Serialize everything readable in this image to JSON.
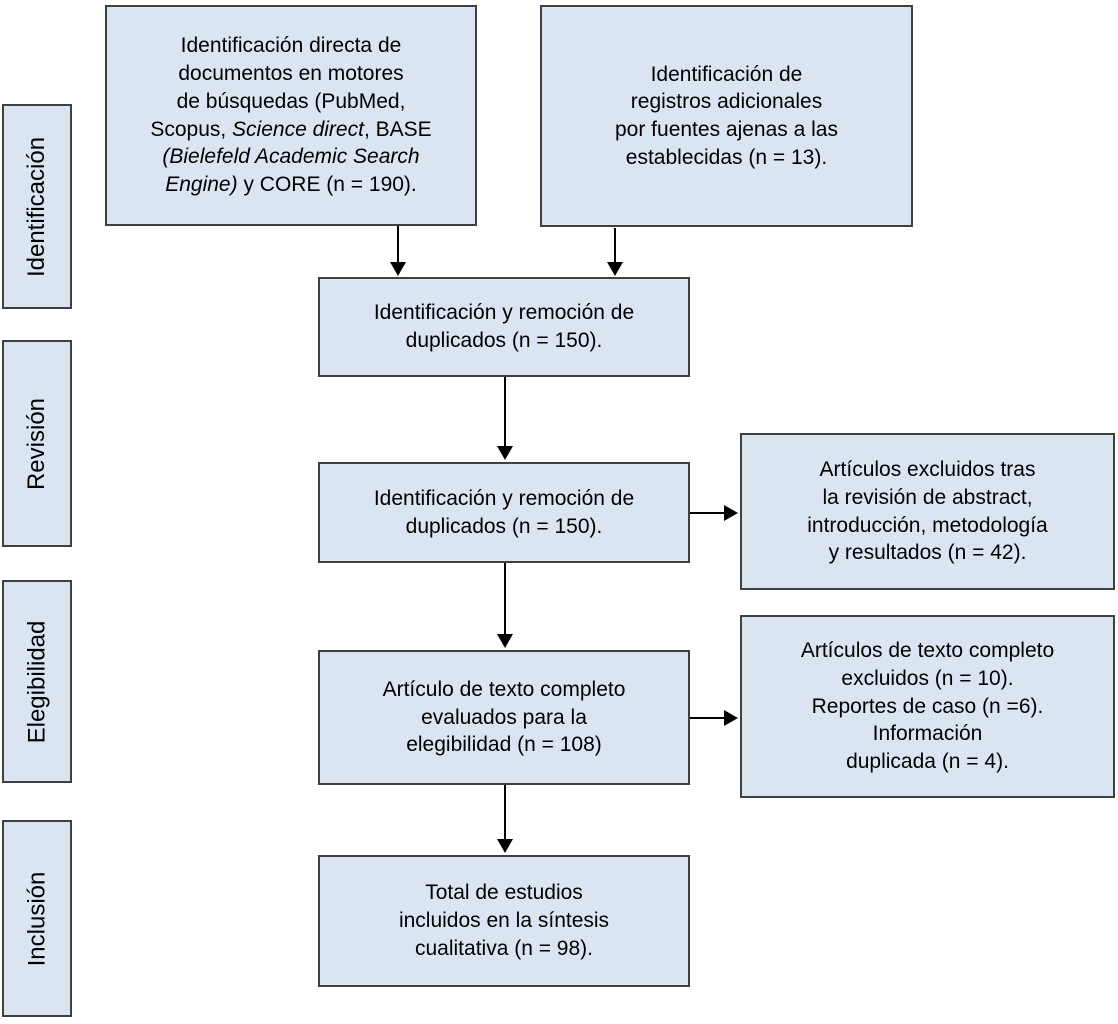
{
  "colors": {
    "box_fill": "#dbe5f1",
    "box_border": "#404040",
    "arrow": "#000000",
    "text": "#000000",
    "background": "#ffffff"
  },
  "stages": [
    {
      "label": "Identificación"
    },
    {
      "label": "Revisión"
    },
    {
      "label": "Elegibilidad"
    },
    {
      "label": "Inclusión"
    }
  ],
  "boxes": {
    "direct_identification": {
      "n": 190,
      "lines": [
        [
          {
            "t": "Identificación directa de"
          }
        ],
        [
          {
            "t": "documentos en motores"
          }
        ],
        [
          {
            "t": "de búsquedas (PubMed,"
          }
        ],
        [
          {
            "t": "Scopus, "
          },
          {
            "t": "Science direct",
            "i": true
          },
          {
            "t": ", BASE"
          }
        ],
        [
          {
            "t": "(Bielefeld Academic Search",
            "i": true
          }
        ],
        [
          {
            "t": "Engine)",
            "i": true
          },
          {
            "t": " y CORE (n = 190)."
          }
        ]
      ]
    },
    "additional_records": {
      "n": 13,
      "lines": [
        [
          {
            "t": "Identificación de"
          }
        ],
        [
          {
            "t": "registros adicionales"
          }
        ],
        [
          {
            "t": "por fuentes ajenas a las"
          }
        ],
        [
          {
            "t": "establecidas (n = 13)."
          }
        ]
      ]
    },
    "duplicates_removal_1": {
      "n": 150,
      "lines": [
        [
          {
            "t": "Identificación y remoción de"
          }
        ],
        [
          {
            "t": "duplicados (n = 150)."
          }
        ]
      ]
    },
    "duplicates_removal_2": {
      "n": 150,
      "lines": [
        [
          {
            "t": "Identificación y remoción de"
          }
        ],
        [
          {
            "t": "duplicados (n = 150)."
          }
        ]
      ]
    },
    "excluded_after_review": {
      "n": 42,
      "lines": [
        [
          {
            "t": "Artículos excluidos tras"
          }
        ],
        [
          {
            "t": "la revisión de abstract,"
          }
        ],
        [
          {
            "t": "introducción, metodología"
          }
        ],
        [
          {
            "t": "y resultados (n = 42)."
          }
        ]
      ]
    },
    "fulltext_eligibility": {
      "n": 108,
      "lines": [
        [
          {
            "t": "Artículo de texto completo"
          }
        ],
        [
          {
            "t": "evaluados para la"
          }
        ],
        [
          {
            "t": "elegibilidad (n = 108)"
          }
        ]
      ]
    },
    "excluded_fulltext": {
      "n_excluded": 10,
      "n_case_reports": 6,
      "n_duplicated_info": 4,
      "lines": [
        [
          {
            "t": "Artículos de texto completo"
          }
        ],
        [
          {
            "t": "excluidos (n = 10)."
          }
        ],
        [
          {
            "t": "Reportes de caso (n =6)."
          }
        ],
        [
          {
            "t": "Información"
          }
        ],
        [
          {
            "t": "duplicada (n = 4)."
          }
        ]
      ]
    },
    "included_total": {
      "n": 98,
      "lines": [
        [
          {
            "t": "Total de estudios"
          }
        ],
        [
          {
            "t": "incluidos en la síntesis"
          }
        ],
        [
          {
            "t": "cualitativa (n = 98)."
          }
        ]
      ]
    }
  }
}
